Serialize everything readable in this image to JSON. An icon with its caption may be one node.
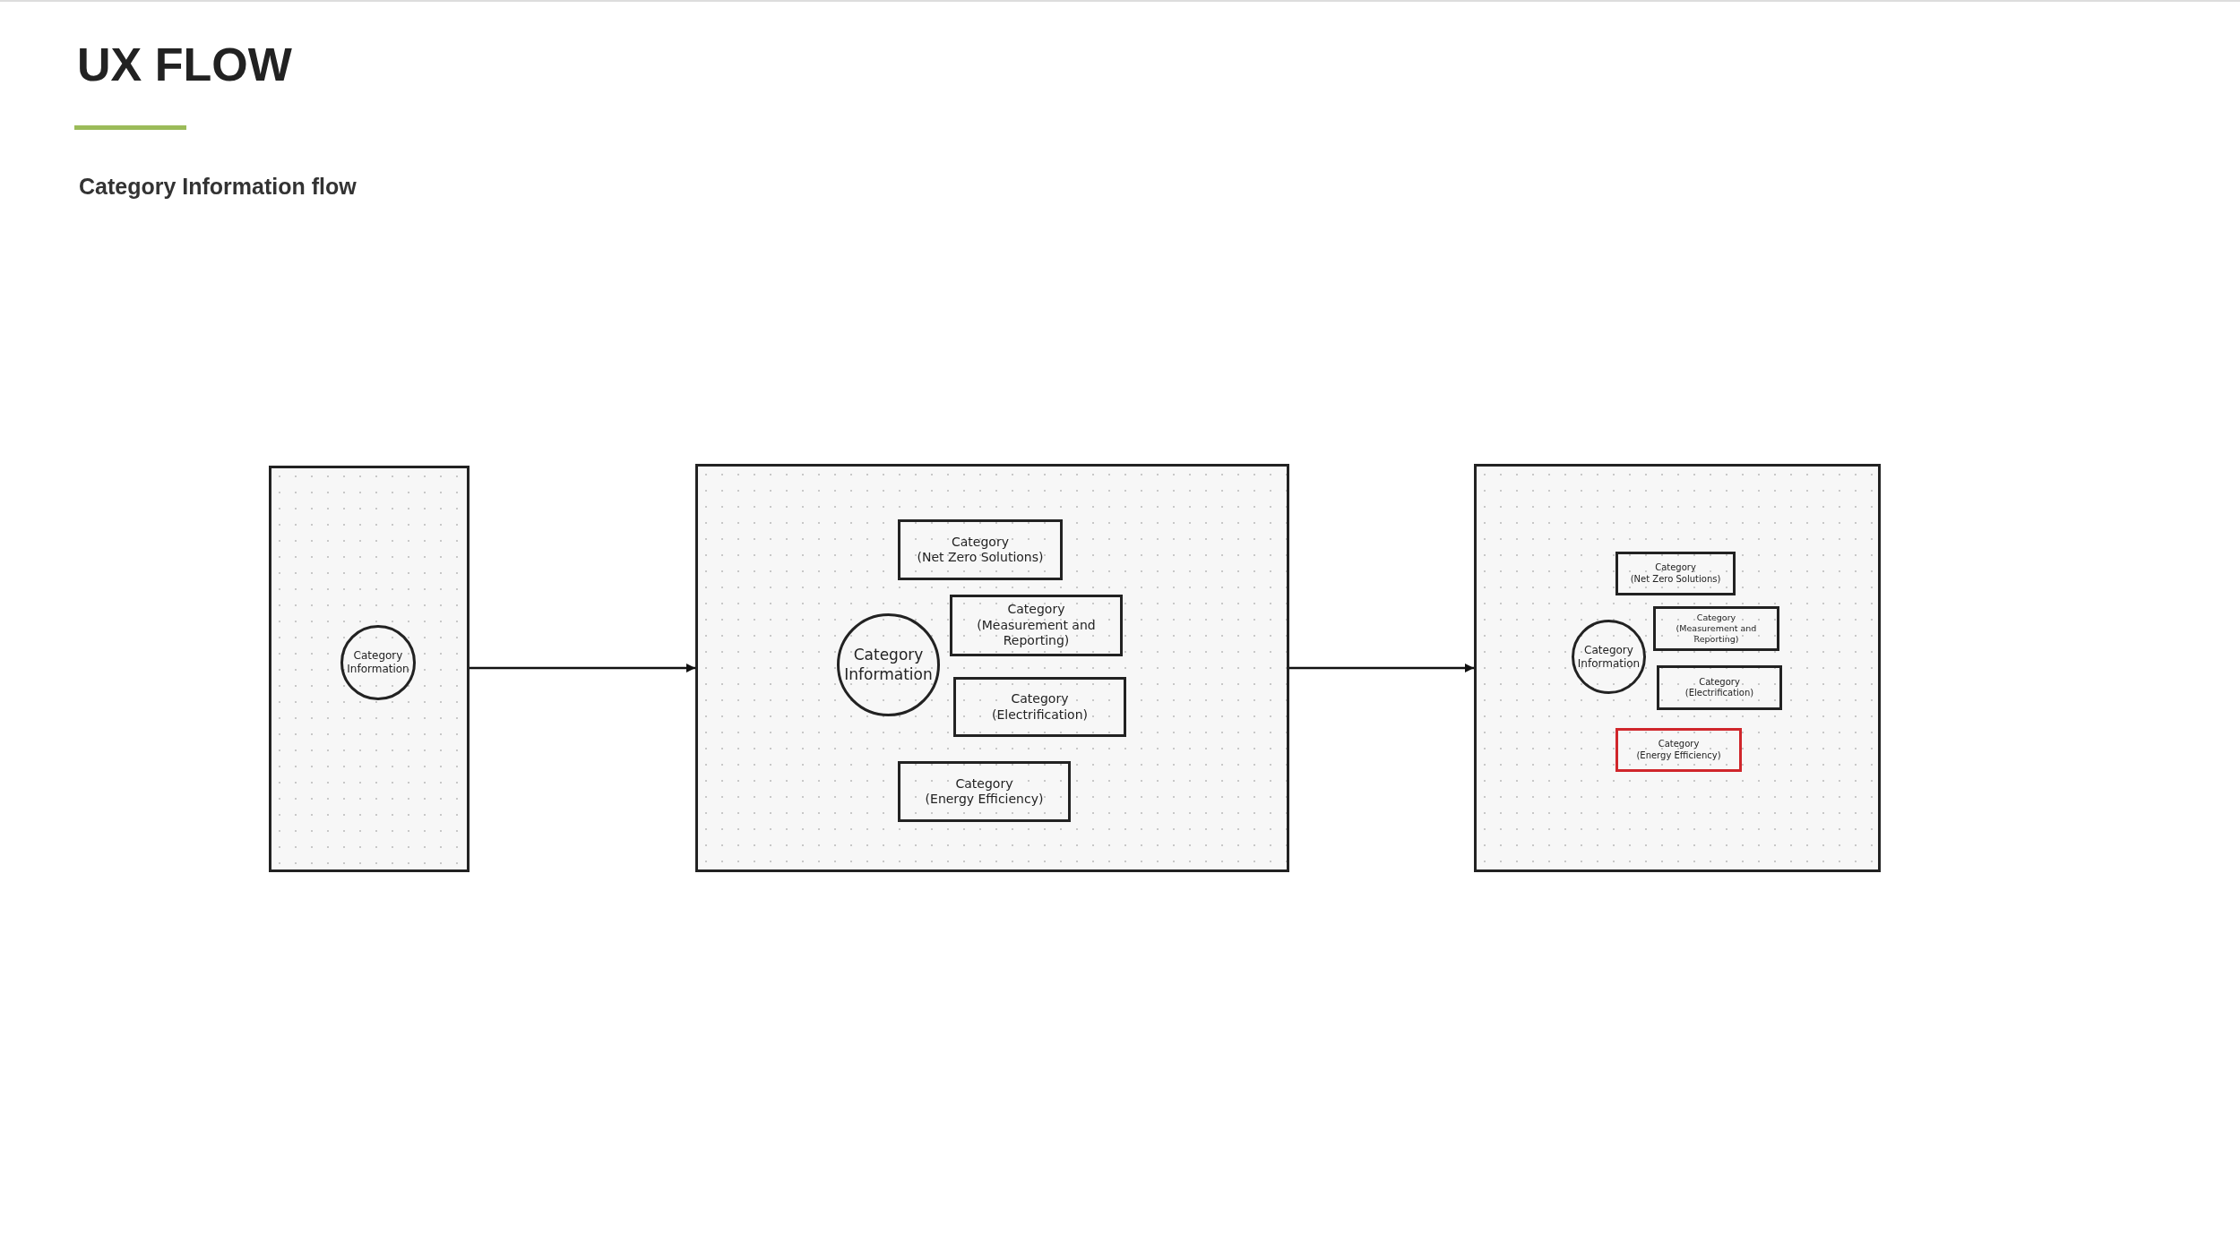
{
  "diagram": {
    "title": "UX FLOW",
    "labels": [
      "Category Information flow"
    ],
    "nodes": [
      {
        "text": [],
        "shape": "box"
      },
      {
        "text": [
          "Category Information"
        ],
        "in": 0
      },
      {
        "text": [],
        "shape": "box"
      },
      {
        "text": [
          "Category Information"
        ],
        "in": 2
      },
      {
        "text": [
          "Category",
          "(Net Zero Solutions)"
        ],
        "in": 2
      },
      {
        "text": [
          "Category",
          "(Measurement and Reporting)"
        ],
        "in": 2
      },
      {
        "text": [
          "Category",
          "(Electrification)"
        ],
        "in": 2
      },
      {
        "text": [
          "Category",
          "(Energy Efficiency)"
        ],
        "in": 2
      },
      {
        "text": [],
        "shape": "box"
      },
      {
        "text": [
          "Category Information"
        ],
        "in": 8
      },
      {
        "text": [
          "Category",
          "(Net Zero Solutions)"
        ],
        "in": 8
      },
      {
        "text": [
          "Category",
          "(Measurement and Reporting)"
        ],
        "in": 8
      },
      {
        "text": [
          "Category",
          "(Electrification)"
        ],
        "in": 8
      },
      {
        "text": [
          "Category",
          "(Energy Efficiency)"
        ],
        "in": 8
      }
    ],
    "edges": [
      {
        "from": 0,
        "to": 2,
        "arrow": "to"
      },
      {
        "from": 2,
        "to": 8,
        "arrow": "to"
      }
    ]
  }
}
